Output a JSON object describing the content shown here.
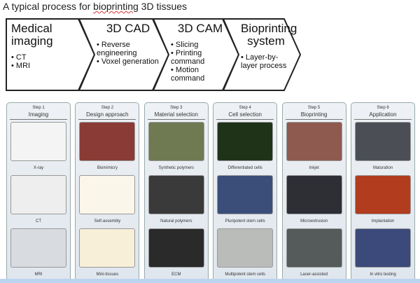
{
  "title_prefix": "A typical process for ",
  "title_underlined": "bioprinting",
  "title_suffix": " 3D tissues",
  "stages": [
    {
      "title": "Medical imaging",
      "items": [
        "CT",
        "MRI"
      ]
    },
    {
      "title": "3D CAD",
      "items": [
        "Reverse engineering",
        "Voxel generation"
      ]
    },
    {
      "title": "3D CAM",
      "items": [
        "Slicing",
        "Printing command",
        "Motion command"
      ]
    },
    {
      "title": "Bioprinting system",
      "items": [
        "Layer-by-layer process"
      ]
    }
  ],
  "steps": [
    {
      "step": "Step 1",
      "name": "Imaging",
      "captions": [
        "X-ray",
        "CT",
        "MRI"
      ],
      "colors": [
        "#f4f4f4",
        "#eeeeee",
        "#d8dce0"
      ]
    },
    {
      "step": "Step 2",
      "name": "Design approach",
      "captions": [
        "Biomimicry",
        "Self-assembly",
        "Mini-tissues"
      ],
      "colors": [
        "#8a3b35",
        "#fbf6ea",
        "#f7efd8"
      ]
    },
    {
      "step": "Step 3",
      "name": "Material selection",
      "captions": [
        "Synthetic polymers",
        "Natural polymers",
        "ECM"
      ],
      "colors": [
        "#6f7a52",
        "#3a3a3a",
        "#2a2a2a"
      ]
    },
    {
      "step": "Step 4",
      "name": "Cell selection",
      "captions": [
        "Differentiated cells",
        "Pluripotent stem cells",
        "Multipotent stem cells"
      ],
      "colors": [
        "#1f3318",
        "#3b4e7a",
        "#b9bcb8"
      ]
    },
    {
      "step": "Step 5",
      "name": "Bioprinting",
      "captions": [
        "Inkjet",
        "Microextrusion",
        "Laser-assisted"
      ],
      "colors": [
        "#8e5a50",
        "#2e2e35",
        "#555a5a"
      ]
    },
    {
      "step": "Step 6",
      "name": "Application",
      "captions": [
        "Maturation",
        "Implantation",
        "In vitro testing"
      ],
      "colors": [
        "#4b4f55",
        "#b23c1e",
        "#3b4a7a"
      ]
    }
  ]
}
